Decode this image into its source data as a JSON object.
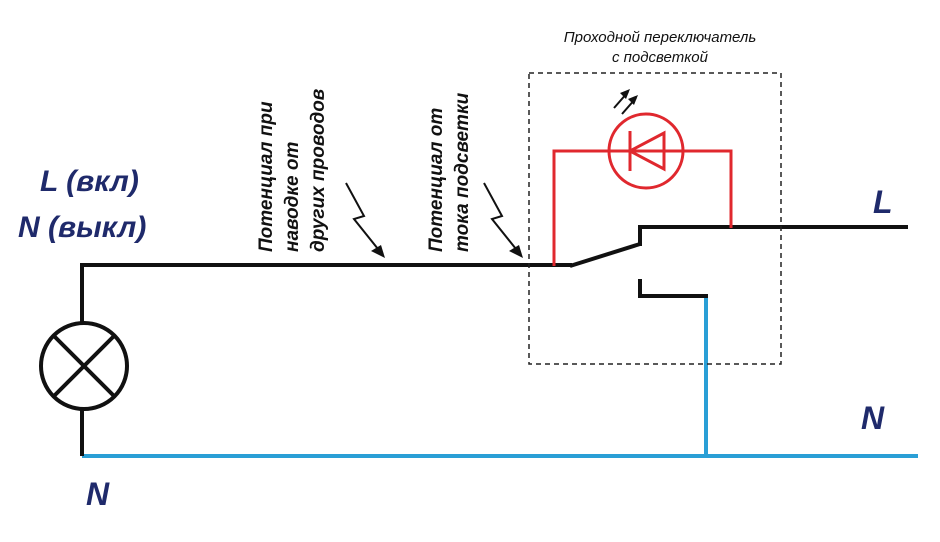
{
  "labels": {
    "left_top_line1": "L (вкл)",
    "left_top_line2": "N (выкл)",
    "left_bottom": "N",
    "right_top": "L",
    "right_bottom": "N",
    "switch_title_line1": "Проходной переключатель",
    "switch_title_line2": "с подсветкой",
    "potential1_line1": "Потенциал при",
    "potential1_line2": "наводке от",
    "potential1_line3": "других проводов",
    "potential2_line1": "Потенциал от",
    "potential2_line2": "тока подсветки"
  },
  "colors": {
    "line_wire": "#111111",
    "neutral_wire": "#2a9fd6",
    "led_circuit": "#e0282e",
    "label_text": "#1f2a6b"
  }
}
